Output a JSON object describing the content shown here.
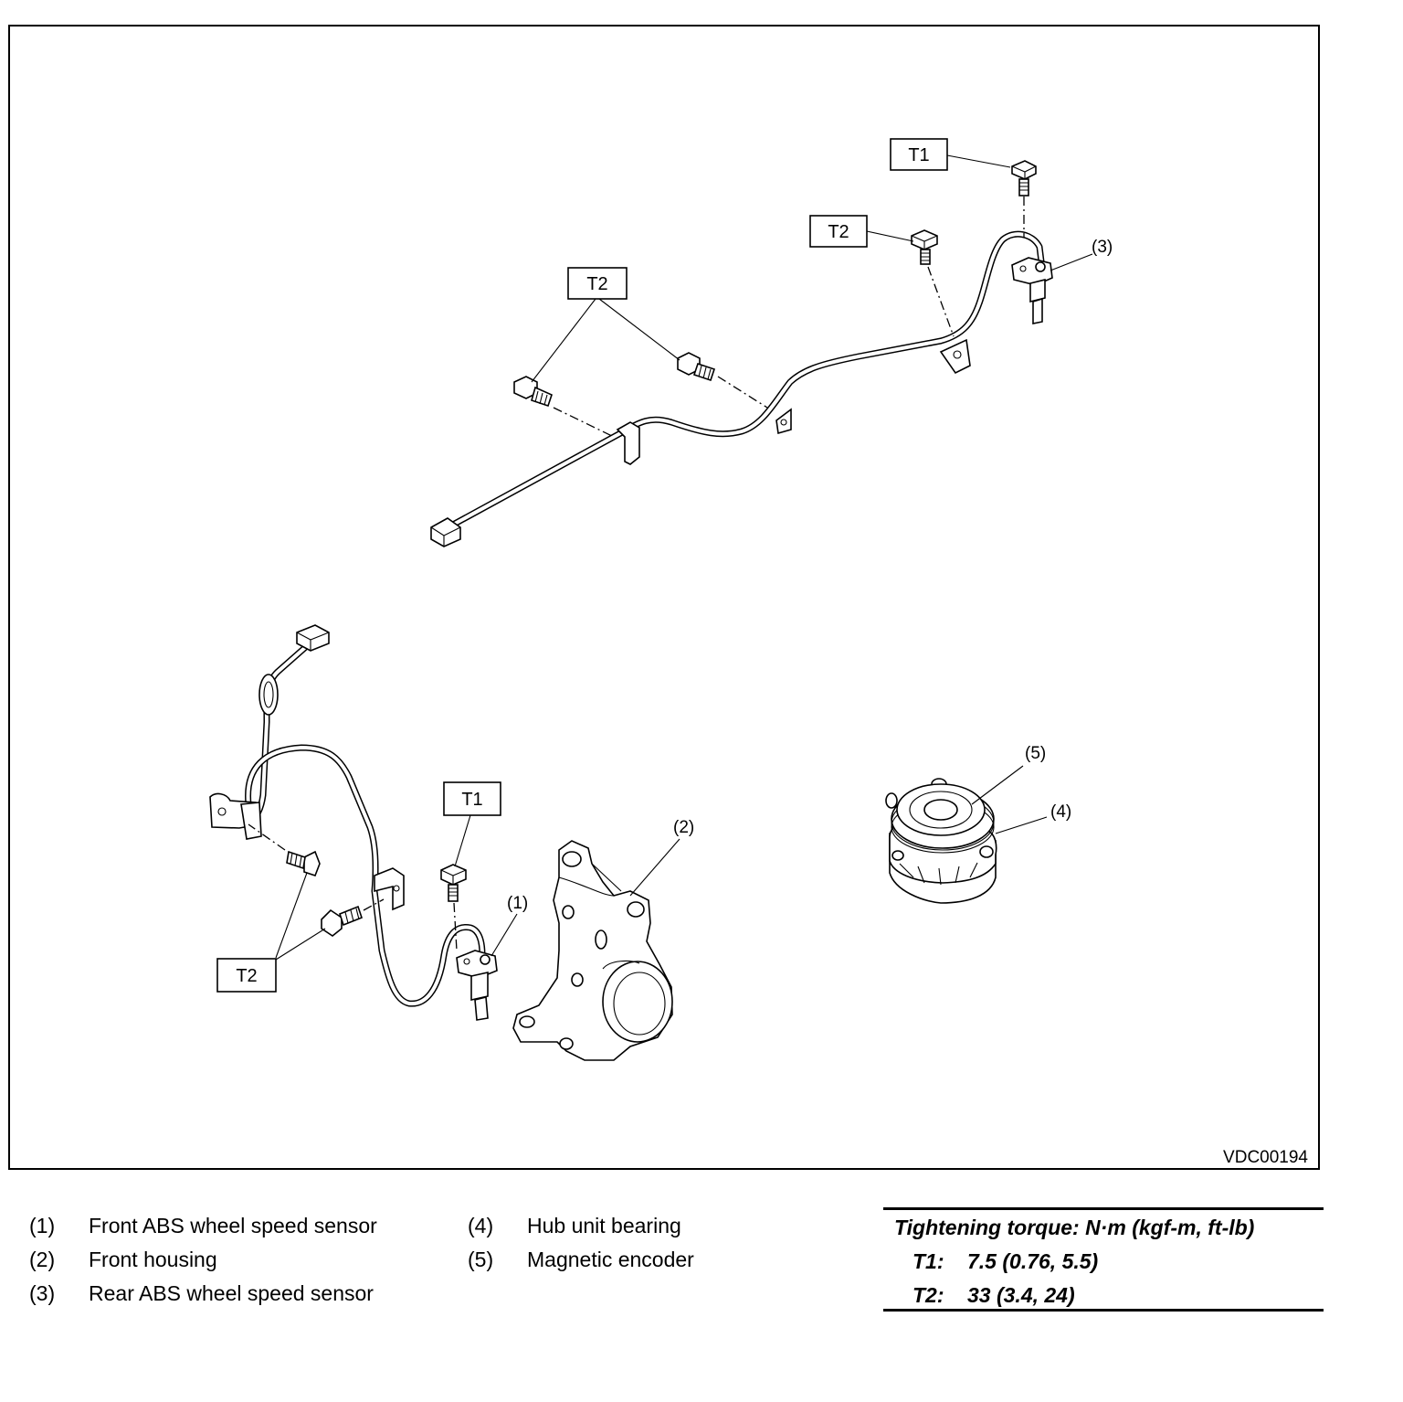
{
  "figure_id": "VDC00194",
  "callouts": {
    "c1": "(1)",
    "c2": "(2)",
    "c3": "(3)",
    "c4": "(4)",
    "c5": "(5)"
  },
  "torque_boxes": {
    "t1_top": "T1",
    "t2_top": "T2",
    "t2_mid": "T2",
    "t1_bottom": "T1",
    "t2_bottom": "T2"
  },
  "legend": [
    {
      "num": "(1)",
      "text": "Front ABS wheel speed sensor"
    },
    {
      "num": "(2)",
      "text": "Front housing"
    },
    {
      "num": "(3)",
      "text": "Rear ABS wheel speed sensor"
    },
    {
      "num": "(4)",
      "text": "Hub unit bearing"
    },
    {
      "num": "(5)",
      "text": "Magnetic encoder"
    }
  ],
  "torque_table": {
    "heading": "Tightening torque: N·m (kgf-m, ft-lb)",
    "rows": [
      {
        "key": "T1:",
        "value": "7.5 (0.76, 5.5)"
      },
      {
        "key": "T2:",
        "value": "33 (3.4, 24)"
      }
    ]
  }
}
